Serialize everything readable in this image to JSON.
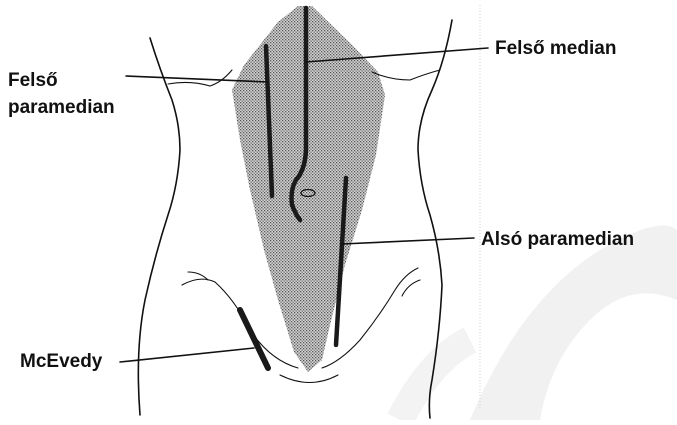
{
  "labels": {
    "upper_median": "Felső median",
    "upper_paramedian_line1": "Felső",
    "upper_paramedian_line2": "paramedian",
    "lower_paramedian": "Alsó paramedian",
    "mcevedy": "McEvedy"
  },
  "colors": {
    "ink": "#111111",
    "shaded_region": "#a9a9a9",
    "background": "#ffffff",
    "watermark": "#f0f0f0"
  },
  "icons": {
    "watermark": "watermark-logo"
  }
}
